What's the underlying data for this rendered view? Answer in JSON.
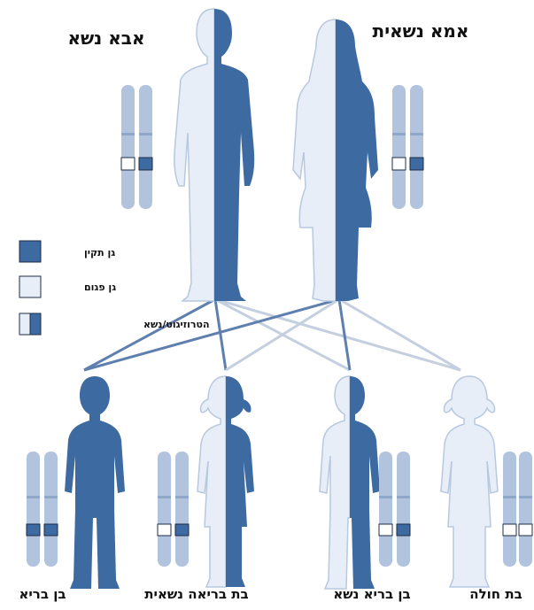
{
  "colors": {
    "normal": "#3e6aa2",
    "mutant": "#e8eef7",
    "outline": "#b7c8df",
    "chromosome": "#b2c4dd",
    "chromosome_dark": "#97afd0",
    "line_dark": "#5f7fae",
    "line_light": "#c4cfdf"
  },
  "parents": {
    "father_label": "אבא נשא",
    "mother_label": "אמא נשאית"
  },
  "legend": {
    "normal_label": "גן תקין",
    "mutant_label": "גן פגום",
    "carrier_label": "הטרוזיגוט/נשא"
  },
  "children": [
    {
      "label": "בן בריא",
      "genotype": "normal-normal"
    },
    {
      "label": "בת בריאה נשאית",
      "genotype": "mutant-normal"
    },
    {
      "label": "בן בריא נשא",
      "genotype": "mutant-normal"
    },
    {
      "label": "בת חולה",
      "genotype": "mutant-mutant"
    }
  ]
}
